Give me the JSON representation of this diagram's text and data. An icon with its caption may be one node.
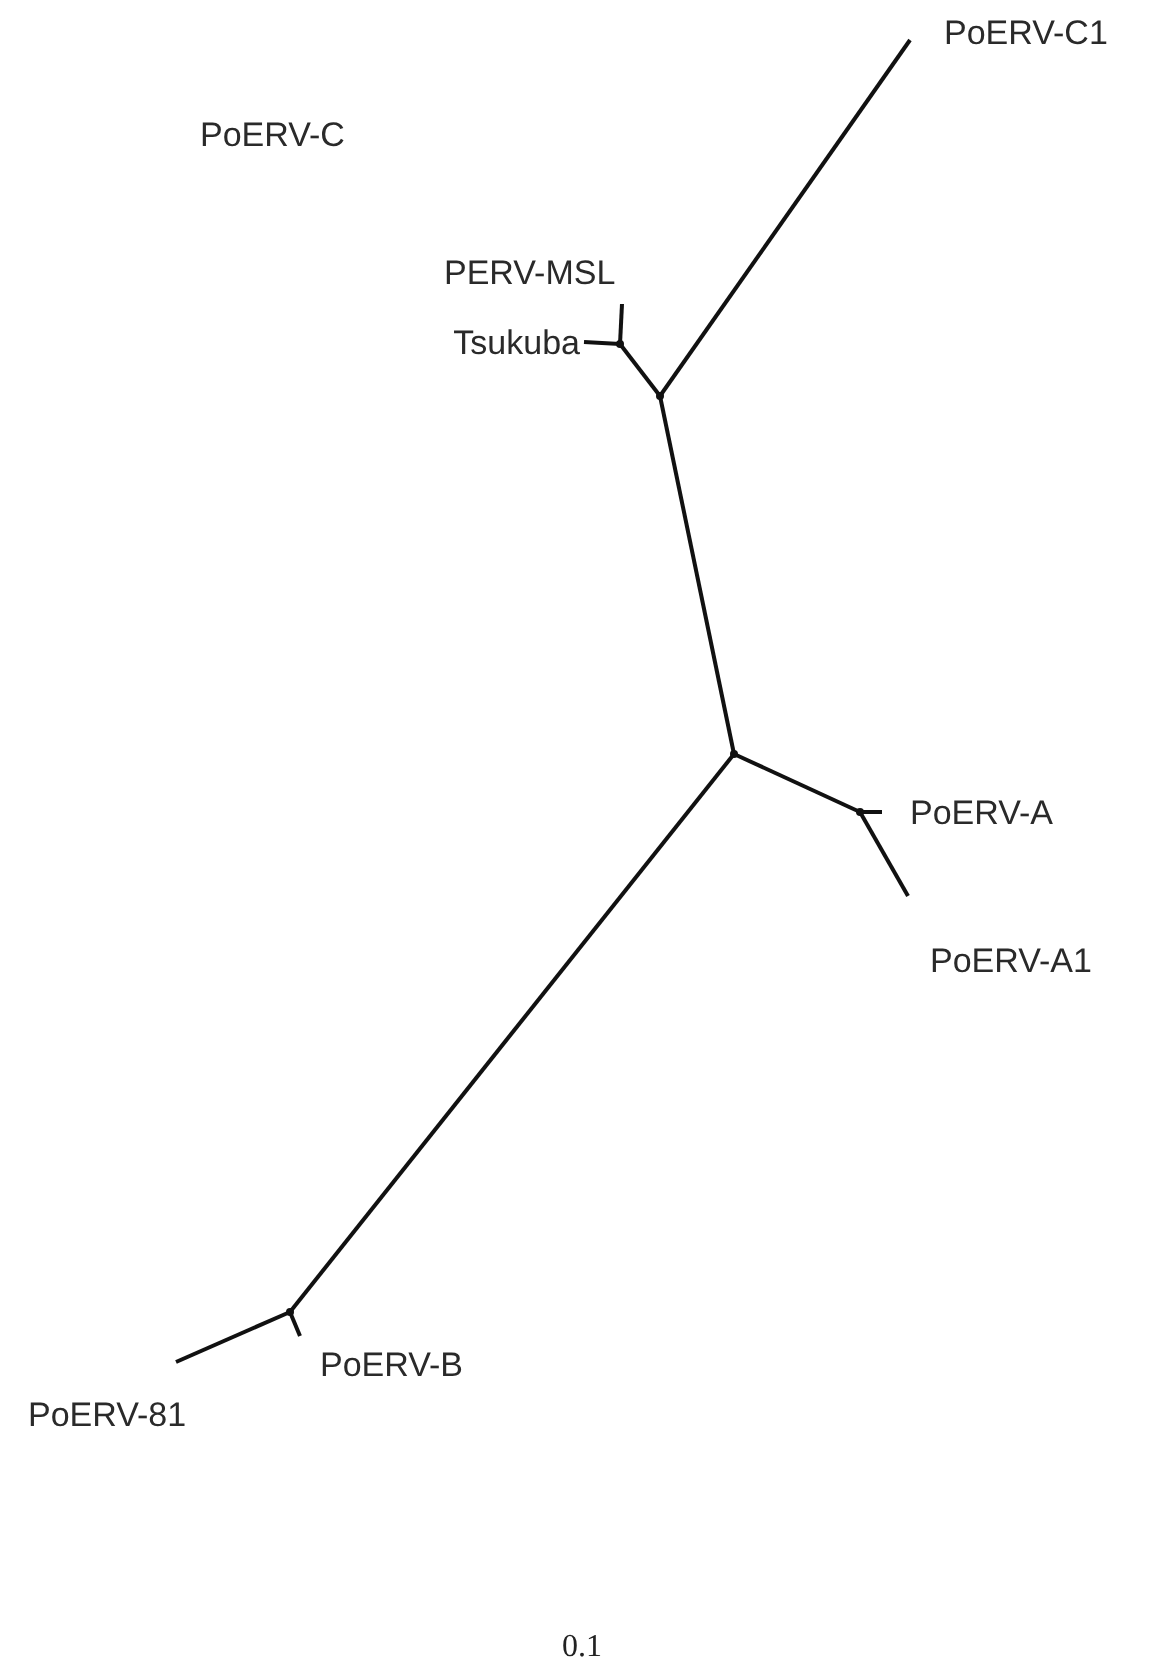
{
  "diagram": {
    "nodes": [
      {
        "text": [
          "PoERV-C1"
        ]
      },
      {
        "text": [
          "PERV-MSL"
        ]
      },
      {
        "text": [
          "Tsukuba"
        ]
      },
      {
        "text": [
          "PoERV-A"
        ]
      },
      {
        "text": [
          "PoERV-A1"
        ]
      },
      {
        "text": [
          "PoERV-B"
        ]
      },
      {
        "text": [
          "PoERV-81"
        ]
      },
      {
        "text": [],
        "shape": "point"
      },
      {
        "text": [],
        "shape": "point"
      },
      {
        "text": [],
        "shape": "point"
      },
      {
        "text": [],
        "shape": "point"
      },
      {
        "text": [],
        "shape": "point"
      }
    ],
    "edges": [
      {
        "from": 7,
        "to": 0,
        "arrow": "none"
      },
      {
        "from": 7,
        "to": 8,
        "arrow": "none"
      },
      {
        "from": 8,
        "to": 1,
        "arrow": "none"
      },
      {
        "from": 8,
        "to": 2,
        "arrow": "none"
      },
      {
        "from": 7,
        "to": 9,
        "arrow": "none"
      },
      {
        "from": 9,
        "to": 10,
        "arrow": "none"
      },
      {
        "from": 10,
        "to": 3,
        "arrow": "none"
      },
      {
        "from": 10,
        "to": 4,
        "arrow": "none"
      },
      {
        "from": 9,
        "to": 11,
        "arrow": "none"
      },
      {
        "from": 11,
        "to": 6,
        "arrow": "none"
      },
      {
        "from": 11,
        "to": 5,
        "arrow": "none"
      }
    ],
    "labels": [
      "PoERV-C",
      "0.1"
    ]
  }
}
